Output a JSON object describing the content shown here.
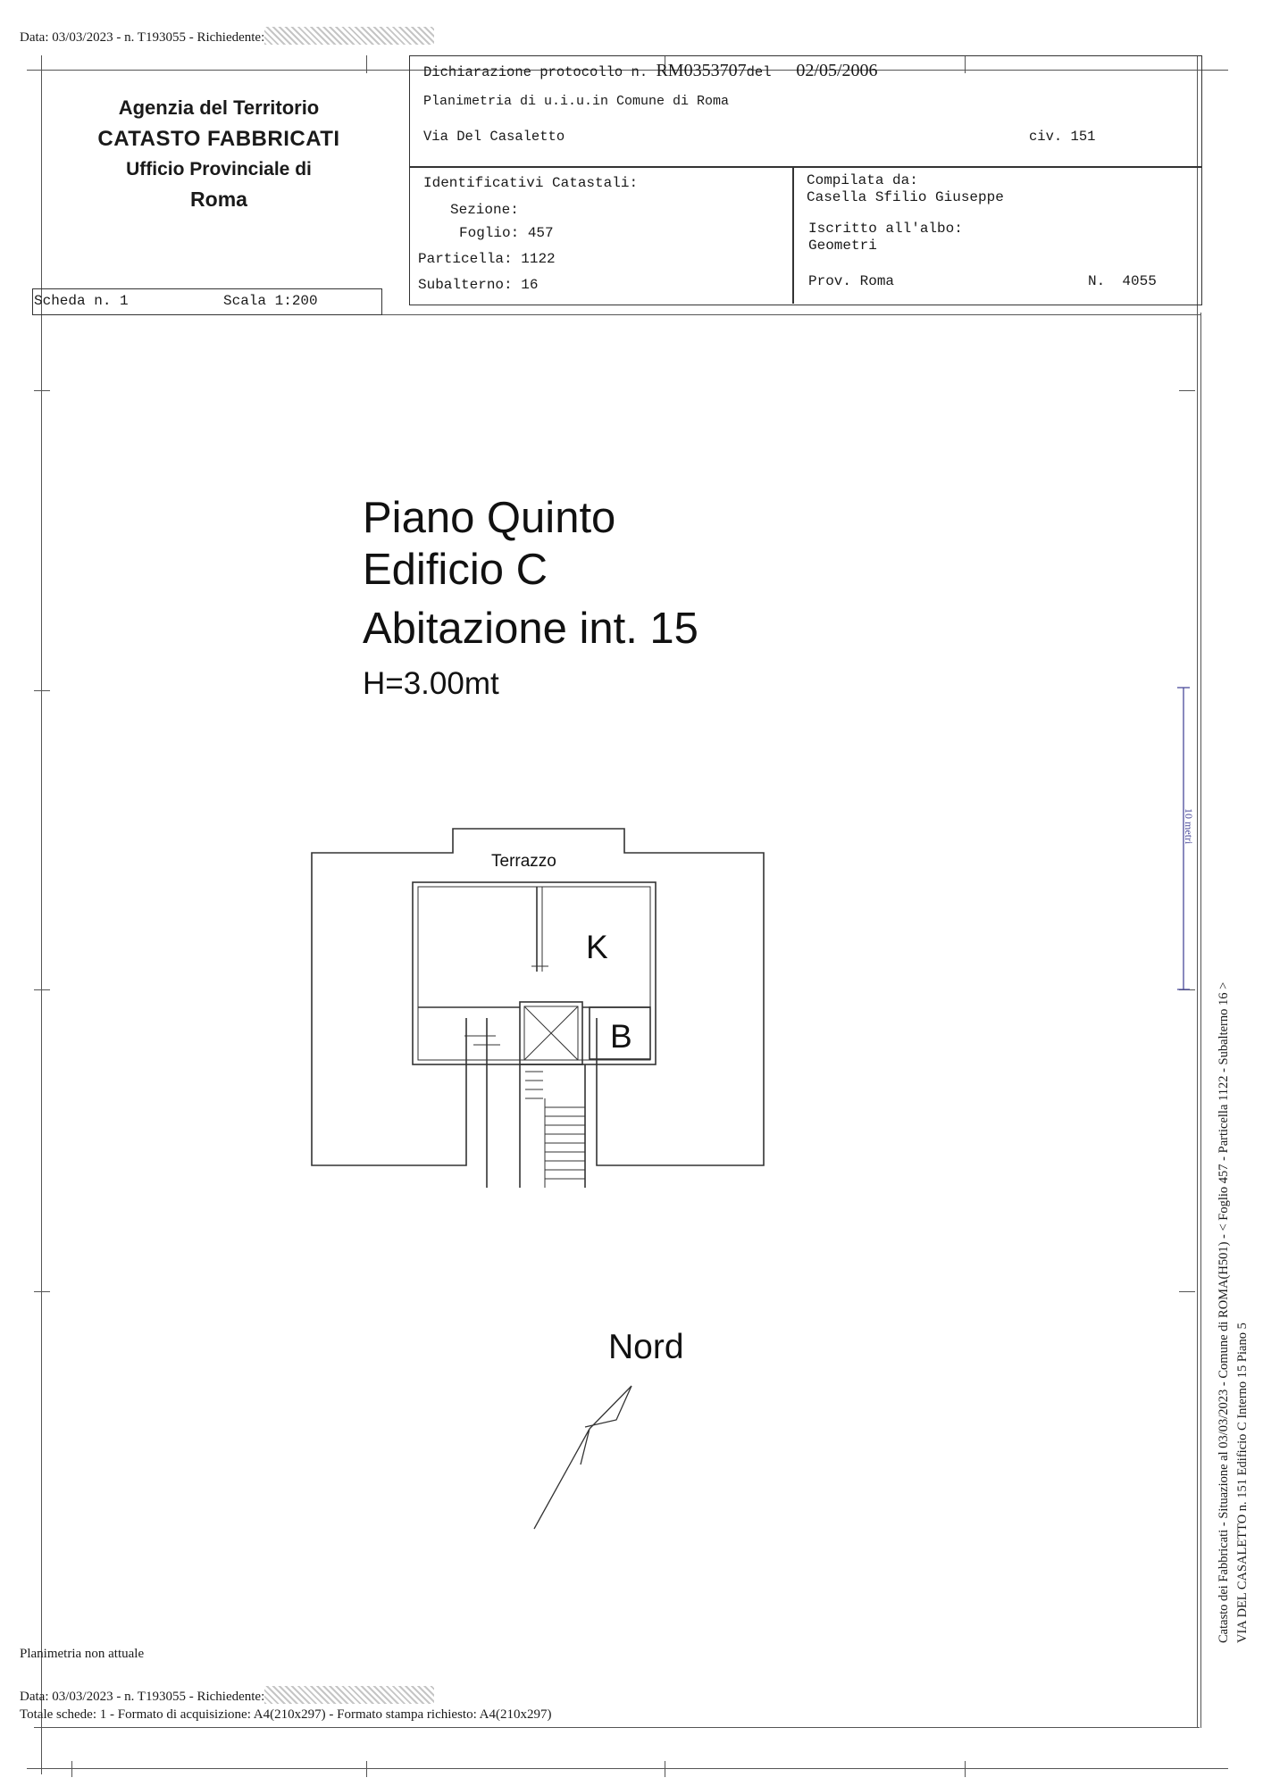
{
  "header": {
    "text": "Data: 03/03/2023 - n. T193055 - Richiedente:"
  },
  "agency": {
    "line1": "Agenzia del Territorio",
    "line2": "CATASTO FABBRICATI",
    "line3": "Ufficio Provinciale di",
    "line4": "Roma"
  },
  "protocol": {
    "label": "Dichiarazione protocollo n.",
    "number": "RM0353707",
    "del_label": "del",
    "date": "02/05/2006"
  },
  "planimetria": "Planimetria di u.i.u.in Comune di Roma",
  "address": {
    "street": "Via Del Casaletto",
    "civ_label": "civ.",
    "civ": "151"
  },
  "identificativi": {
    "heading": "Identificativi Catastali:",
    "sezione_label": "Sezione:",
    "foglio_label": "Foglio:",
    "foglio": "457",
    "particella_label": "Particella:",
    "particella": "1122",
    "subalterno_label": "Subalterno:",
    "subalterno": "16"
  },
  "compilata": {
    "label": "Compilata da:",
    "name": "Casella Sfilio Giuseppe",
    "iscritto_label": "Iscritto all'albo:",
    "albo": "Geometri",
    "prov_label": "Prov. Roma",
    "n_label": "N.",
    "n": "4055"
  },
  "scheda": {
    "label": "Scheda n. 1",
    "scala": "Scala 1:200"
  },
  "plan": {
    "line1": "Piano Quinto",
    "line2": "Edificio C",
    "line3": "Abitazione int. 15",
    "height": "H=3.00mt",
    "terrazzo": "Terrazzo",
    "room_k": "K",
    "room_b": "B",
    "nord": "Nord",
    "scale_mark": "10 metri"
  },
  "footer": {
    "note": "Planimetria non attuale",
    "data_line": "Data: 03/03/2023 - n. T193055 - Richiedente:",
    "totale": "Totale schede: 1 - Formato di acquisizione: A4(210x297) - Formato stampa richiesto: A4(210x297)"
  },
  "side": {
    "line1": "Catasto dei Fabbricati - Situazione al 03/03/2023 - Comune di ROMA(H501) - < Foglio 457 - Particella 1122 - Subalterno 16 >",
    "line2": "VIA DEL CASALETTO n. 151 Edificio C Interno 15 Piano 5"
  }
}
